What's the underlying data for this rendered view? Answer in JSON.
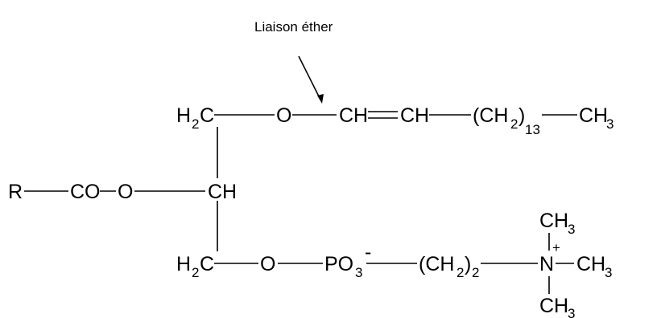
{
  "annotation": {
    "label": "Liaison éther"
  },
  "atoms": {
    "r": "R",
    "co": "CO",
    "o_ester": "O",
    "ch": "CH",
    "h_top": "H",
    "two_top": "2",
    "c_top": "C",
    "o_ether": "O",
    "ch_vinyl1": "CH",
    "ch_vinyl2": "CH",
    "ch2_chain_open": "(CH",
    "ch2_chain_sub": "2",
    "ch2_chain_close": ")",
    "chain_count": "13",
    "ch3_chain_main": "CH",
    "ch3_chain_sub": "3",
    "h_bottom": "H",
    "two_bottom": "2",
    "c_bottom": "C",
    "o_phosphate": "O",
    "po3_main": "PO",
    "po3_sub": "3",
    "po3_charge": "-",
    "ch2_eth_open": "(CH",
    "ch2_eth_sub": "2",
    "ch2_eth_close": ")",
    "eth_count": "2",
    "n": "N",
    "n_charge": "+",
    "ch3_top_main": "CH",
    "ch3_top_sub": "3",
    "ch3_right_main": "CH",
    "ch3_right_sub": "3",
    "ch3_bottom_main": "CH",
    "ch3_bottom_sub": "3"
  }
}
